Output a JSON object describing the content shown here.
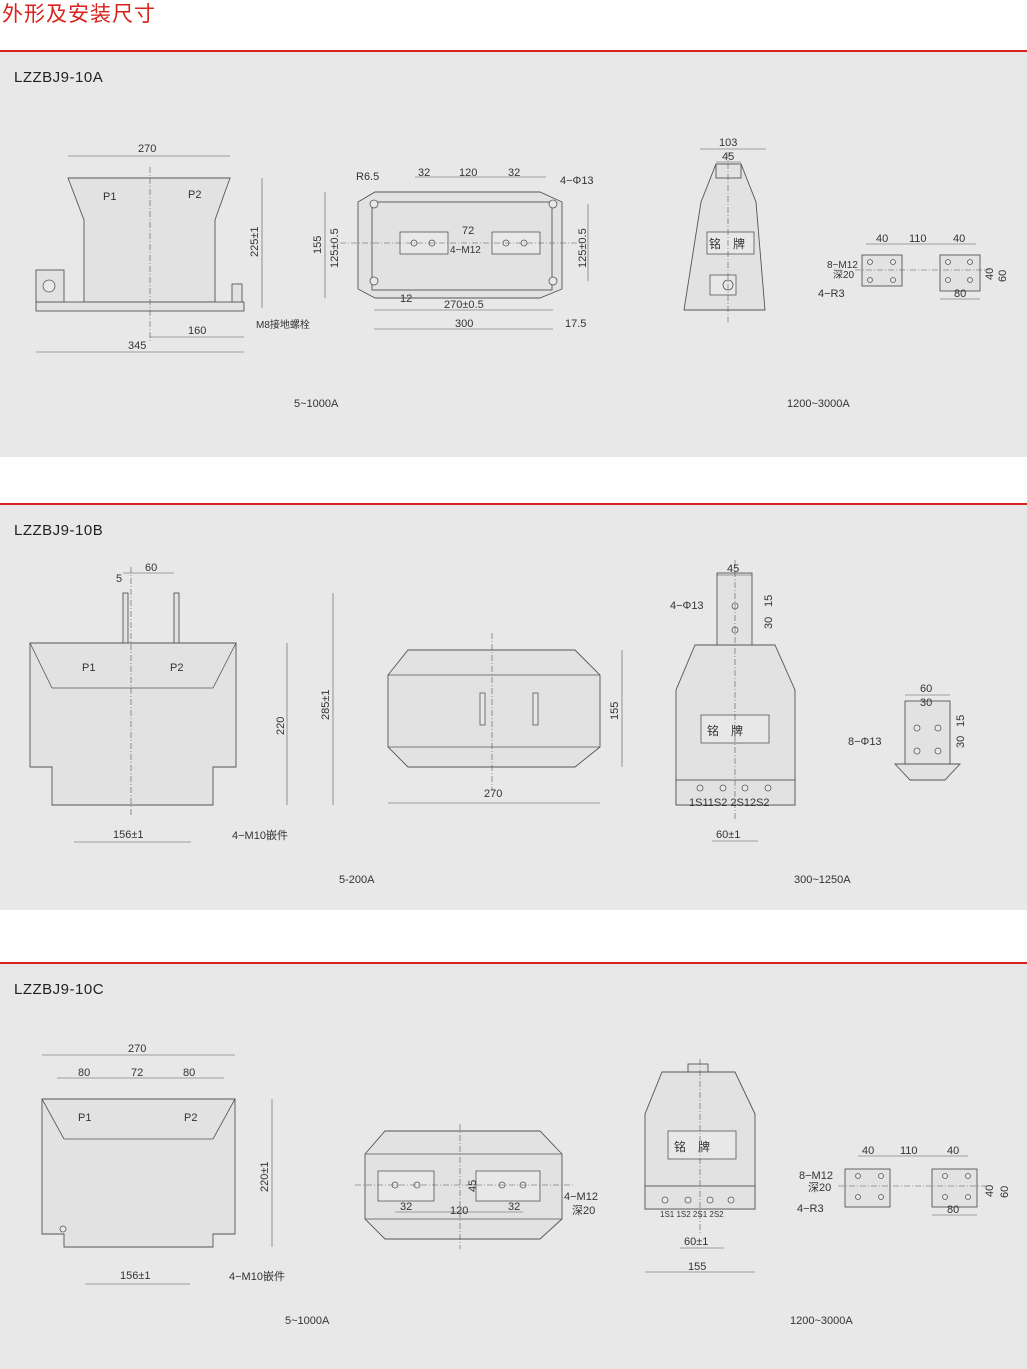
{
  "page_title": "外形及安装尺寸",
  "sections": [
    {
      "title": "LZZBJ9-10A",
      "captions": [
        "5~1000A",
        "1200~3000A"
      ],
      "labels": {
        "front_width": "270",
        "p1": "P1",
        "p2": "P2",
        "height": "225±1",
        "base_offset": "160",
        "base_width": "345",
        "ground_bolt": "M8接地螺栓",
        "r65": "R6.5",
        "d32a": "32",
        "d120": "120",
        "d32b": "32",
        "hole_4phi13": "4−Φ13",
        "d72": "72",
        "m12": "4−M12",
        "d155": "155",
        "d125a": "125±0.5",
        "d125b": "125±0.5",
        "d12": "12",
        "d270": "270±0.5",
        "d300": "300",
        "d175": "17.5",
        "side_103": "103",
        "side_45": "45",
        "nameplate": "铭　牌",
        "t40a": "40",
        "t110": "110",
        "t40b": "40",
        "t8m12": "8−M12",
        "tdeep": "深20",
        "tr3": "4−R3",
        "t80": "80",
        "t40c": "40",
        "t60": "60"
      }
    },
    {
      "title": "LZZBJ9-10B",
      "captions": [
        "5-200A",
        "300~1250A"
      ],
      "labels": {
        "d5": "5",
        "d60": "60",
        "p1": "P1",
        "p2": "P2",
        "h220": "220",
        "h285": "285±1",
        "d156": "156±1",
        "m10": "4−M10嵌件",
        "top155": "155",
        "top270": "270",
        "s45": "45",
        "s4phi13": "4−Φ13",
        "s15": "15",
        "s30": "30",
        "nameplate": "铭　牌",
        "terminals": "1S11S2 2S12S2",
        "s60": "60±1",
        "t60": "60",
        "t30": "30",
        "t8phi13": "8−Φ13",
        "t15": "15",
        "t30b": "30"
      }
    },
    {
      "title": "LZZBJ9-10C",
      "captions": [
        "5~1000A",
        "1200~3000A"
      ],
      "labels": {
        "w270": "270",
        "w80a": "80",
        "w72": "72",
        "w80b": "80",
        "p1": "P1",
        "p2": "P2",
        "h220": "220±1",
        "d156": "156±1",
        "m10": "4−M10嵌件",
        "t45": "45",
        "t32a": "32",
        "t120": "120",
        "t32b": "32",
        "tm12": "4−M12",
        "tdeep": "深20",
        "nameplate": "铭　牌",
        "terminals": "1S1 1S2 2S1 2S2",
        "s60": "60±1",
        "s155": "155",
        "r40a": "40",
        "r110": "110",
        "r40b": "40",
        "r8m12": "8−M12",
        "rdeep": "深20",
        "rr3": "4−R3",
        "r80": "80",
        "r40c": "40",
        "r60": "60"
      }
    }
  ]
}
